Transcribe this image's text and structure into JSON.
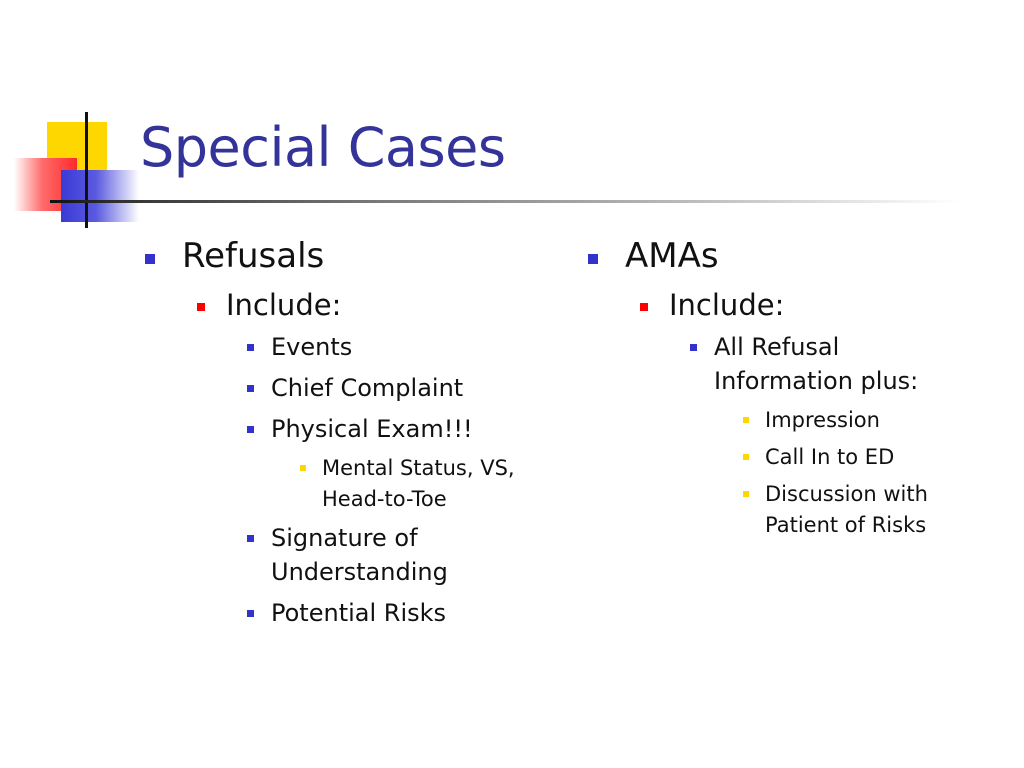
{
  "slide": {
    "title": "Special Cases",
    "colors": {
      "title": "#333399",
      "bullet_level1": "#3333cc",
      "bullet_level2": "#ff0000",
      "bullet_level3": "#3333cc",
      "bullet_level4": "#ffd700",
      "logo_yellow": "#ffd700",
      "logo_red": "#ff3333",
      "logo_blue": "#3a3ad6"
    },
    "left_column": {
      "heading": "Refusals",
      "subheading": "Include:",
      "items": [
        {
          "text": "Events"
        },
        {
          "text": "Chief Complaint"
        },
        {
          "text": "Physical Exam!!!",
          "subitems": [
            "Mental Status, VS, Head-to-Toe"
          ]
        },
        {
          "text": "Signature of Understanding"
        },
        {
          "text": "Potential Risks"
        }
      ]
    },
    "right_column": {
      "heading": "AMAs",
      "subheading": "Include:",
      "items": [
        {
          "text": "All Refusal Information plus:",
          "subitems": [
            "Impression",
            "Call In to ED",
            "Discussion with Patient of Risks"
          ]
        }
      ]
    }
  }
}
